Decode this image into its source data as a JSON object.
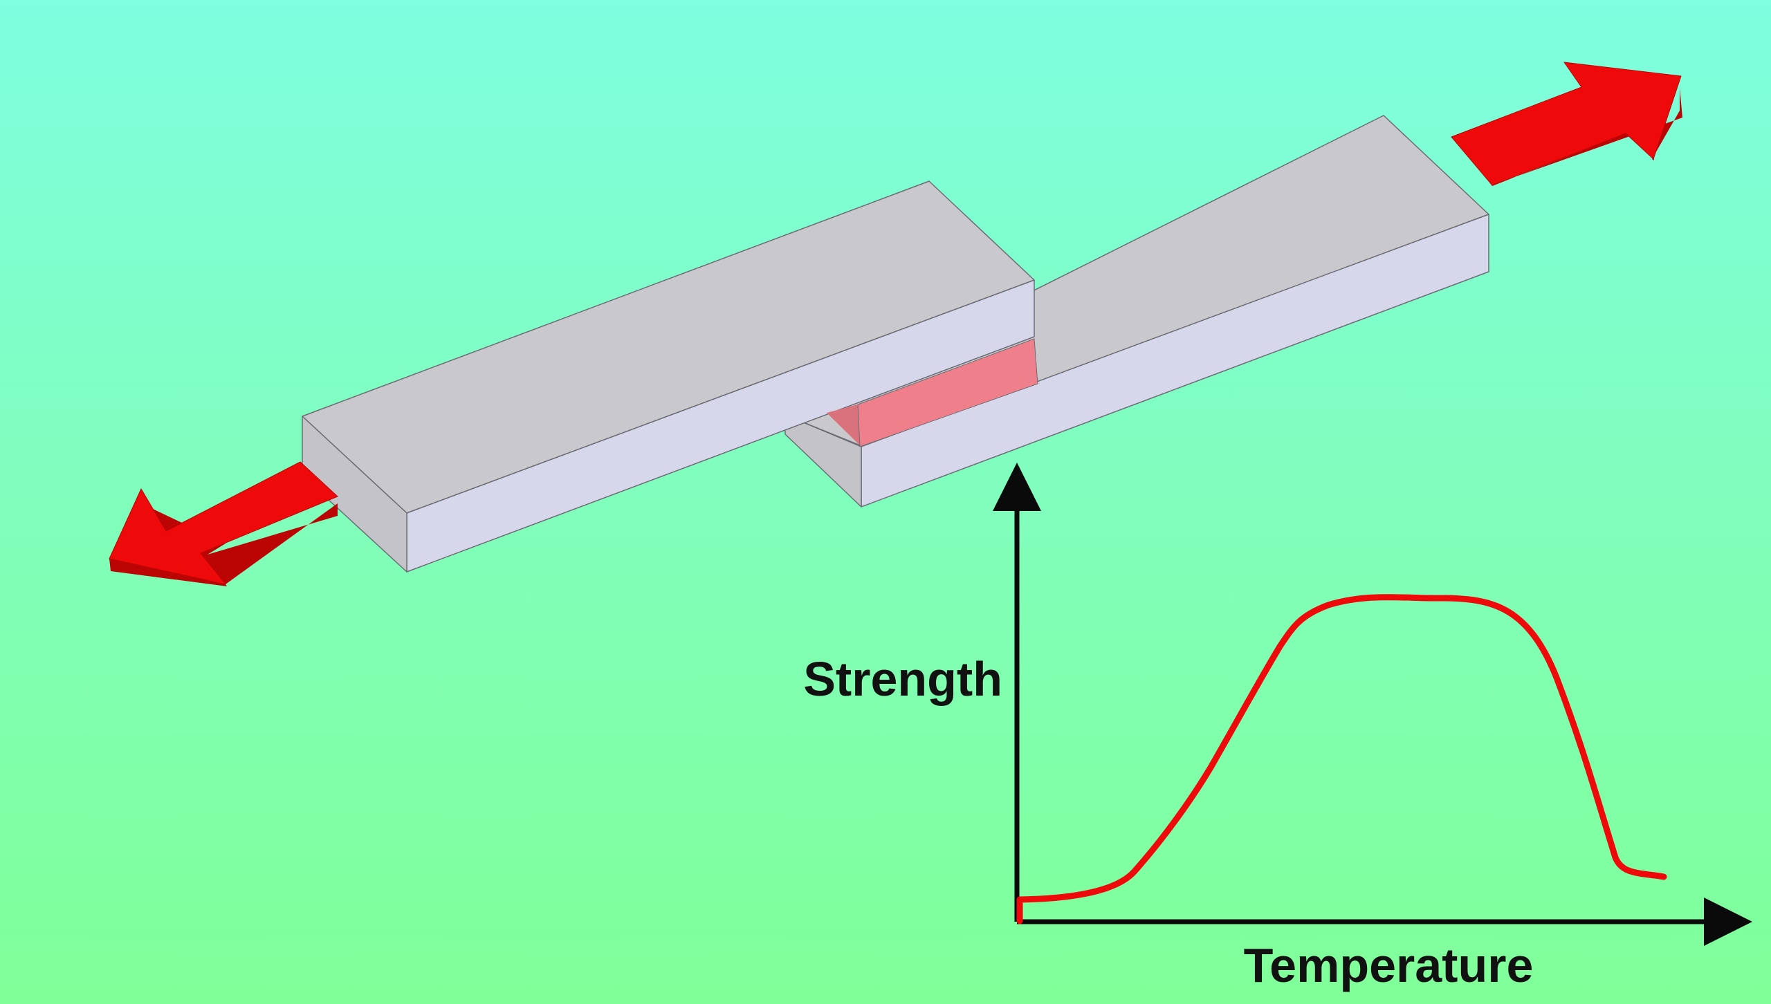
{
  "diagram": {
    "background": {
      "top_color": "#7ffee0",
      "bottom_color": "#80ff98"
    },
    "colors": {
      "plate_top": "#c9c8cc",
      "plate_front": "#d7d7ec",
      "plate_end": "#c4c4c8",
      "plate_edge": "#6c6c74",
      "joint": "#ef7f8b",
      "joint_side": "#d9727b",
      "arrow_face": "#ee0a0a",
      "arrow_side": "#bb0505",
      "curve": "#ee0a0a",
      "axis": "#0a0a0a"
    },
    "load_arrows": [
      {
        "name": "left-load-arrow",
        "direction": "left"
      },
      {
        "name": "right-load-arrow",
        "direction": "right"
      }
    ],
    "graph": {
      "y_axis_label": "Strength",
      "x_axis_label": "Temperature"
    }
  }
}
